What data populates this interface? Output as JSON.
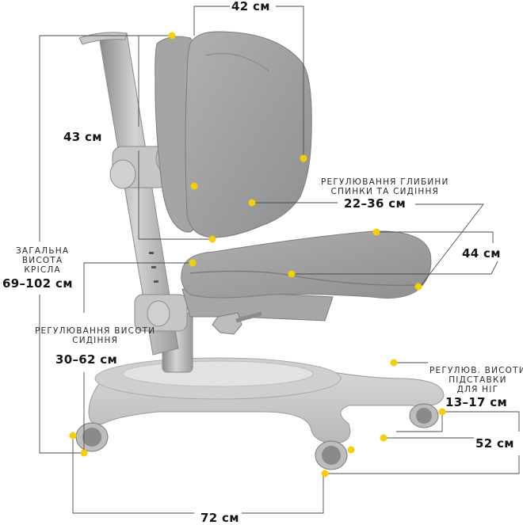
{
  "colors": {
    "accent_dot": "#f5d000",
    "chair_gray": "#9a9a9a",
    "line": "#4a4a4a"
  },
  "dimensions": {
    "backrest_width": "42 см",
    "backrest_height": "43 см",
    "depth_adjust_caption_line1": "РЕГУЛЮВАННЯ ГЛИБИНИ",
    "depth_adjust_caption_line2": "СПИНКИ ТА СИДІННЯ",
    "depth_adjust_value": "22–36 см",
    "seat_width": "44 см",
    "total_height_caption_line1": "ЗАГАЛЬНА",
    "total_height_caption_line2": "ВИСОТА",
    "total_height_caption_line3": "КРІСЛА",
    "total_height_value": "69–102 см",
    "seat_height_caption_line1": "РЕГУЛЮВАННЯ ВИСОТИ",
    "seat_height_caption_line2": "СИДІННЯ",
    "seat_height_value": "30–62 см",
    "footrest_caption_line1": "РЕГУЛЮВ. ВИСОТИ",
    "footrest_caption_line2": "ПІДСТАВКИ",
    "footrest_caption_line3": "ДЛЯ НІГ",
    "footrest_value": "13–17 см",
    "base_depth": "52 см",
    "base_width": "72 см"
  }
}
